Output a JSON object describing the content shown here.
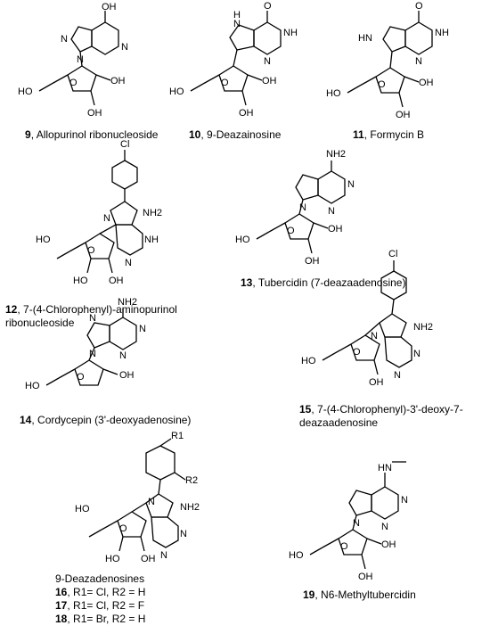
{
  "compounds": [
    {
      "number": "9",
      "sep": ", ",
      "name": "Allopurinol ribonucleoside"
    },
    {
      "number": "10",
      "sep": ", ",
      "name": "9-Deazainosine"
    },
    {
      "number": "11",
      "sep": ", ",
      "name": "Formycin B"
    },
    {
      "number": "12",
      "sep": ", ",
      "name": "7-(4-Chlorophenyl)-aminopurinol",
      "name_line2": "ribonucleoside"
    },
    {
      "number": "13",
      "sep": ", ",
      "name": "Tubercidin (7-deazaadenosine)"
    },
    {
      "number": "14",
      "sep": ", ",
      "name": "Cordycepin (3'-deoxyadenosine)"
    },
    {
      "number": "15",
      "sep": ", ",
      "name": "7-(4-Chlorophenyl)-3'-deoxy-7-",
      "name_line2": "deazaadenosine"
    },
    {
      "number": "19",
      "sep": ", ",
      "name": "N6-Methyltubercidin"
    }
  ],
  "deaza_group": {
    "title": "9-Deazadenosines",
    "entries": [
      {
        "number": "16",
        "text": ", R1= Cl, R2 = H"
      },
      {
        "number": "17",
        "text": ", R1= Cl, R2 = F"
      },
      {
        "number": "18",
        "text": ", R1= Br, R2 = H"
      }
    ]
  },
  "atom_labels": {
    "oh": "OH",
    "ho": "HO",
    "o": "O",
    "n": "N",
    "nh": "NH",
    "hn": "HN",
    "h": "H",
    "nh2": "NH2",
    "cl": "Cl",
    "r1": "R1",
    "r2": "R2",
    "oh_short": "OH"
  }
}
